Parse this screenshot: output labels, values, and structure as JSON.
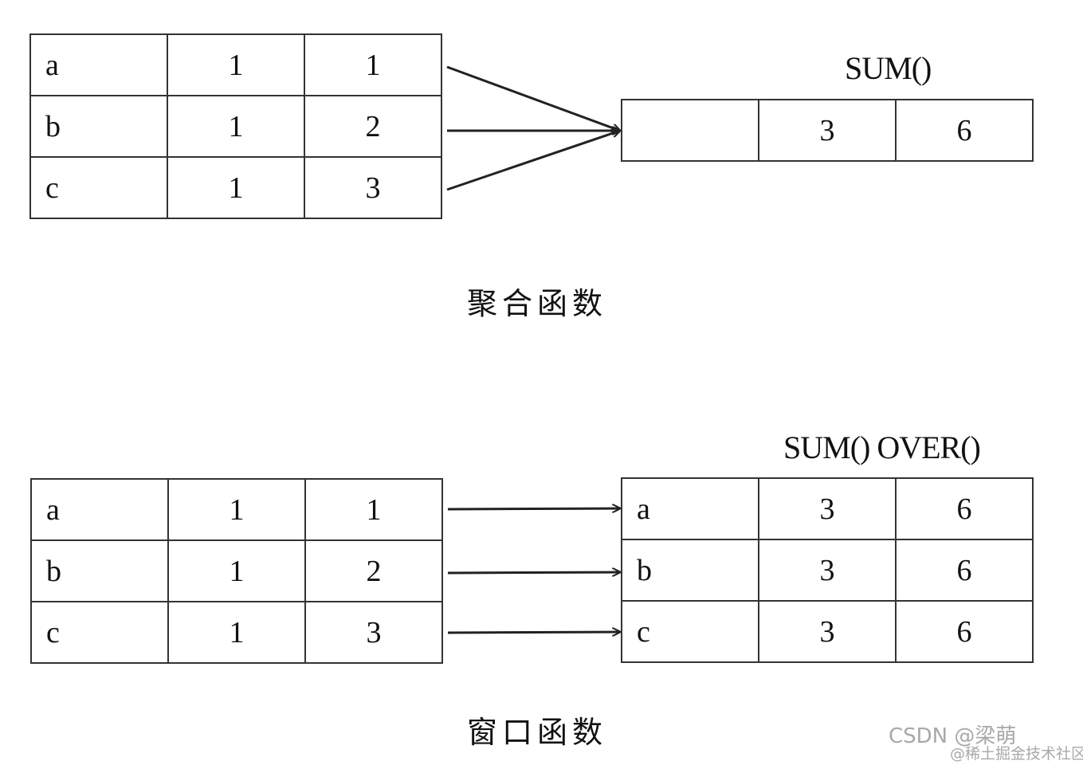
{
  "aggregate": {
    "function_label": "SUM()",
    "caption": "聚合函数",
    "input_rows": [
      [
        "a",
        "1",
        "1"
      ],
      [
        "b",
        "1",
        "2"
      ],
      [
        "c",
        "1",
        "3"
      ]
    ],
    "output_row": [
      "",
      "3",
      "6"
    ]
  },
  "window": {
    "function_label": "SUM() OVER()",
    "caption": "窗口函数",
    "input_rows": [
      [
        "a",
        "1",
        "1"
      ],
      [
        "b",
        "1",
        "2"
      ],
      [
        "c",
        "1",
        "3"
      ]
    ],
    "output_rows": [
      [
        "a",
        "3",
        "6"
      ],
      [
        "b",
        "3",
        "6"
      ],
      [
        "c",
        "3",
        "6"
      ]
    ]
  },
  "watermark": {
    "line1": "CSDN @梁萌",
    "line2": "@稀土掘金技术社区"
  },
  "colors": {
    "line": "#333333",
    "text": "#111111",
    "watermark": "#a8a8a8"
  }
}
